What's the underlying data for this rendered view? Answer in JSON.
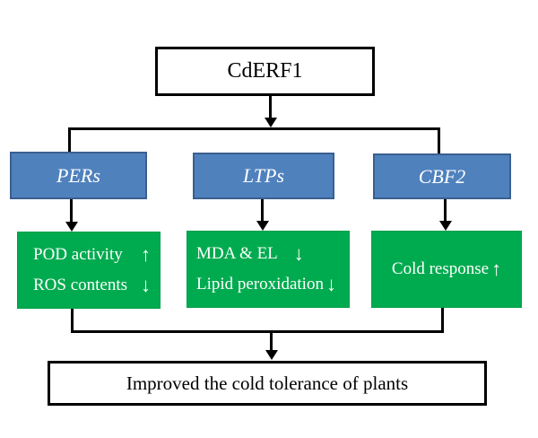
{
  "figure": {
    "title_box": {
      "label": "CdERF1"
    },
    "gene_boxes": [
      {
        "id": "pers",
        "label": "PERs"
      },
      {
        "id": "ltps",
        "label": "LTPs"
      },
      {
        "id": "cbf2",
        "label": "CBF2"
      }
    ],
    "effect_boxes": [
      {
        "id": "per-effects",
        "lines": [
          {
            "text": "POD activity",
            "arrow": "↑"
          },
          {
            "text": "ROS contents",
            "arrow": "↓"
          }
        ]
      },
      {
        "id": "ltp-effects",
        "lines": [
          {
            "text": "MDA & EL",
            "arrow": "↓"
          },
          {
            "text": "Lipid peroxidation",
            "arrow": "↓"
          }
        ]
      },
      {
        "id": "cbf-effects",
        "lines": [
          {
            "text": "Cold response",
            "arrow": "↑"
          }
        ]
      }
    ],
    "outcome_box": {
      "label": "Improved the cold tolerance of plants"
    },
    "colors": {
      "gene_fill": "#4f81bd",
      "gene_border": "#3a5f8f",
      "effect_fill": "#00ab4f",
      "box_border": "#000000",
      "connector": "#000000",
      "background": "#ffffff"
    }
  }
}
